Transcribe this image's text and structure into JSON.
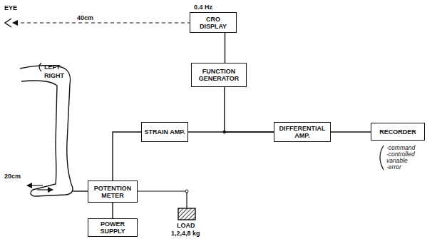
{
  "diagram": {
    "nodes": [
      {
        "text": [
          "CRO DISPLAY"
        ]
      },
      {
        "text": [
          "FUNCTION GENERATOR"
        ]
      },
      {
        "text": [
          "STRAIN AMP."
        ]
      },
      {
        "text": [
          "DIFFERENTIAL AMP."
        ]
      },
      {
        "text": [
          "RECORDER"
        ]
      },
      {
        "text": [
          "POTENTION METER"
        ]
      },
      {
        "text": [
          "POWER SUPPLY"
        ]
      }
    ],
    "edges": [
      {
        "from": 0,
        "to": 1,
        "arrow": "none"
      },
      {
        "from": 1,
        "to": 3,
        "arrow": "none"
      },
      {
        "from": 2,
        "to": 3,
        "arrow": "none"
      },
      {
        "from": 2,
        "to": 5,
        "arrow": "none"
      },
      {
        "from": 3,
        "to": 4,
        "arrow": "none"
      },
      {
        "from": 5,
        "to": 6,
        "arrow": "none"
      }
    ],
    "labels": [
      "EYE",
      "0.4 Hz",
      "40cm",
      "LEFT",
      "RIGHT",
      "20cm",
      "LOAD",
      "1,2,4,8 kg",
      "·command",
      "·controlled variable",
      "·error"
    ]
  }
}
